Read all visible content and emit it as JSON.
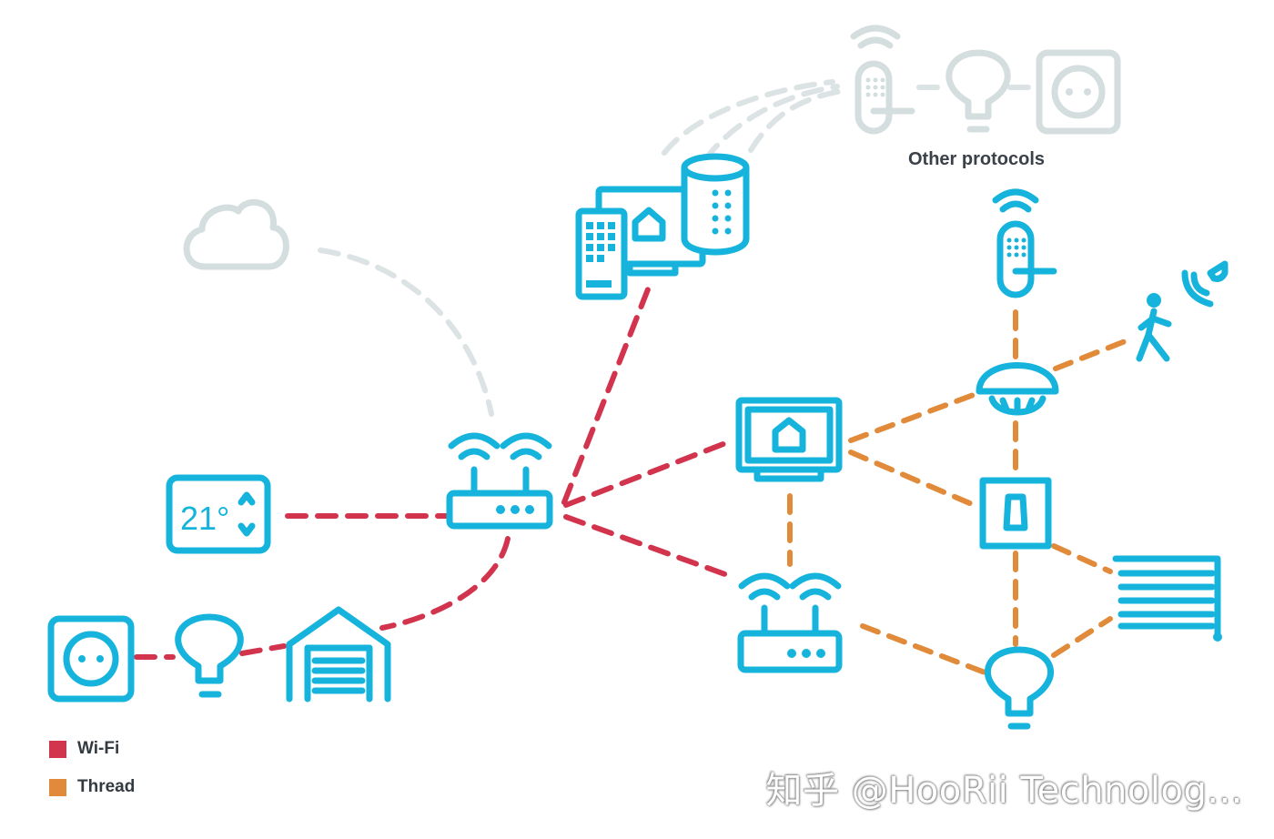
{
  "labels": {
    "other_protocols": "Other protocols",
    "thermostat_temperature": "21°"
  },
  "legend": [
    {
      "label": "Wi-Fi",
      "color": "#d2344e"
    },
    {
      "label": "Thread",
      "color": "#e08a3a"
    }
  ],
  "watermark": "知乎 @HooRii Technolog...",
  "colors": {
    "device": "#16b4dc",
    "wifi": "#d2344e",
    "thread": "#e08a3a",
    "other": "#d4dedf",
    "text": "#333a40"
  },
  "icons": [
    "cloud-icon",
    "wifi-router-icon",
    "thermostat-icon",
    "smart-plug-icon",
    "light-bulb-icon",
    "garage-door-icon",
    "smart-devices-icon",
    "smart-speaker-icon",
    "home-display-icon",
    "thread-border-router-icon",
    "smart-lock-icon",
    "motion-sensor-icon",
    "smoke-detector-icon",
    "light-switch-icon",
    "window-blinds-icon"
  ]
}
